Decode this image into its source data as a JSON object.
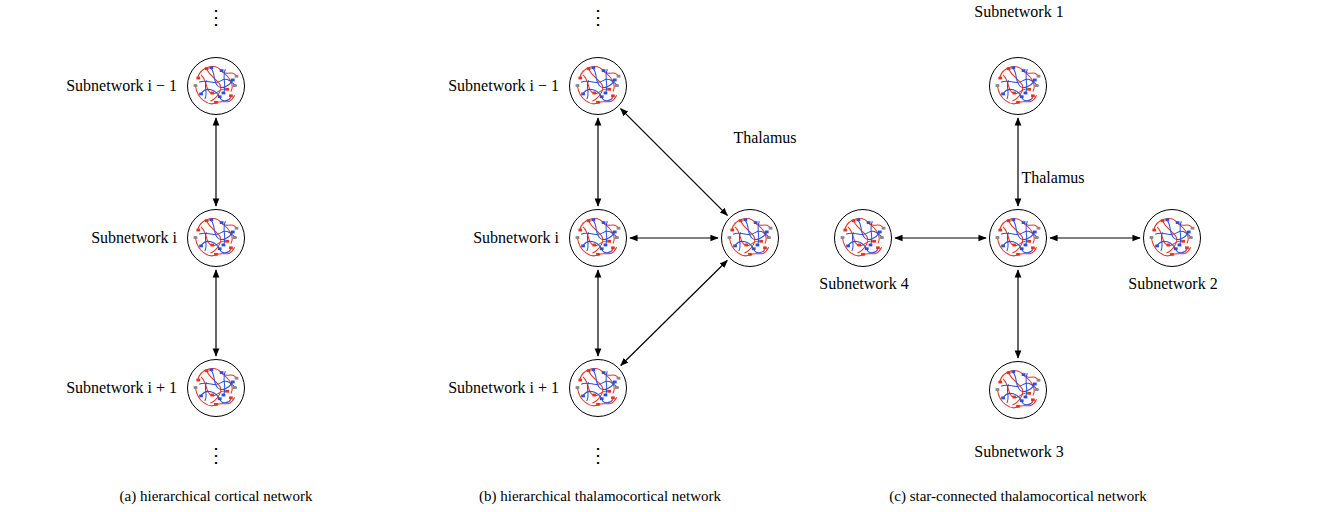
{
  "diagram": {
    "nodes": [
      {
        "text": [
          "Subnetwork i − 1"
        ]
      },
      {
        "text": [
          "Subnetwork i"
        ]
      },
      {
        "text": [
          "Subnetwork i + 1"
        ]
      },
      {
        "text": [
          "Subnetwork i − 1"
        ]
      },
      {
        "text": [
          "Subnetwork i"
        ]
      },
      {
        "text": [
          "Subnetwork i + 1"
        ]
      },
      {
        "text": [
          "Thalamus"
        ]
      },
      {
        "text": [
          "Subnetwork 1"
        ]
      },
      {
        "text": [
          "Thalamus"
        ]
      },
      {
        "text": [
          "Subnetwork 4"
        ]
      },
      {
        "text": [
          "Subnetwork 2"
        ]
      },
      {
        "text": [
          "Subnetwork 3"
        ]
      }
    ],
    "edges": [
      {
        "from": 0,
        "to": 1,
        "arrow": "both"
      },
      {
        "from": 1,
        "to": 2,
        "arrow": "both"
      },
      {
        "from": 3,
        "to": 4,
        "arrow": "both"
      },
      {
        "from": 4,
        "to": 5,
        "arrow": "both"
      },
      {
        "from": 3,
        "to": 6,
        "arrow": "both"
      },
      {
        "from": 4,
        "to": 6,
        "arrow": "both"
      },
      {
        "from": 5,
        "to": 6,
        "arrow": "both"
      },
      {
        "from": 8,
        "to": 7,
        "arrow": "both"
      },
      {
        "from": 8,
        "to": 9,
        "arrow": "both"
      },
      {
        "from": 8,
        "to": 10,
        "arrow": "both"
      },
      {
        "from": 8,
        "to": 11,
        "arrow": "both"
      }
    ],
    "labels": [
      "⋮",
      "⋮",
      "⋮",
      "⋮",
      "(a) hierarchical cortical network",
      "(b) hierarchical thalamocortical network",
      "(c) star-connected thalamocortical network"
    ]
  }
}
